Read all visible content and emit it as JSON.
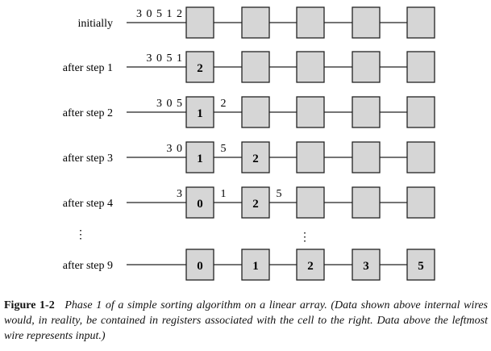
{
  "figure": {
    "rows": [
      {
        "label": "initially",
        "input": "3 0 5 1 2",
        "cells": [
          "",
          "",
          "",
          "",
          ""
        ],
        "wires": [
          "",
          "",
          "",
          ""
        ]
      },
      {
        "label": "after step 1",
        "input": "3 0 5 1",
        "cells": [
          "2",
          "",
          "",
          "",
          ""
        ],
        "wires": [
          "",
          "",
          "",
          ""
        ]
      },
      {
        "label": "after step 2",
        "input": "3 0 5",
        "cells": [
          "1",
          "",
          "",
          "",
          ""
        ],
        "wires": [
          "2",
          "",
          "",
          ""
        ]
      },
      {
        "label": "after step 3",
        "input": "3 0",
        "cells": [
          "1",
          "2",
          "",
          "",
          ""
        ],
        "wires": [
          "5",
          "",
          "",
          ""
        ]
      },
      {
        "label": "after step 4",
        "input": "3",
        "cells": [
          "0",
          "2",
          "",
          "",
          ""
        ],
        "wires": [
          "1",
          "5",
          "",
          ""
        ]
      },
      {
        "label": "after step 9",
        "input": "",
        "cells": [
          "0",
          "1",
          "2",
          "3",
          "5"
        ],
        "wires": [
          "",
          "",
          "",
          ""
        ]
      }
    ],
    "ellipsis": "⋮",
    "colors": {
      "cell_fill": "#d6d6d6",
      "stroke": "#222222"
    }
  },
  "caption": {
    "label": "Figure 1-2",
    "text": "Phase 1 of a simple sorting algorithm on a linear array. (Data shown above internal wires would, in reality, be contained in registers associated with the cell to the right. Data above the leftmost wire represents input.)"
  }
}
